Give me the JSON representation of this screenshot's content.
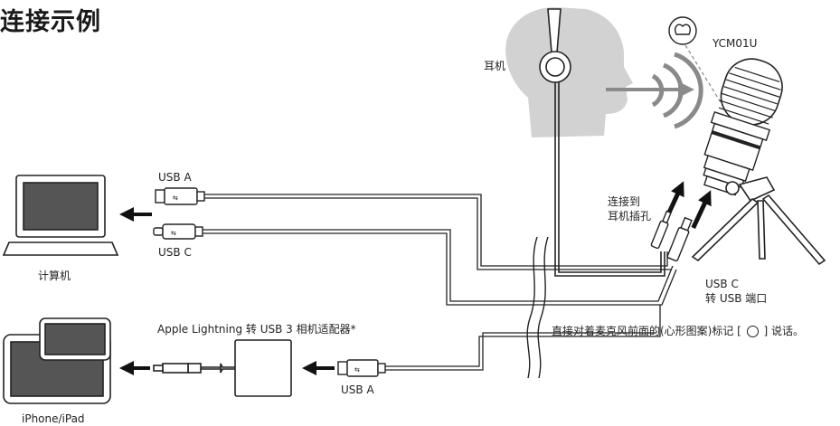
{
  "title": "连接示例",
  "labels": {
    "headphones": "耳机",
    "model": "YCM01U",
    "usb_a_top": "USB A",
    "usb_c_left": "USB C",
    "computer": "计算机",
    "connect_headphone_line1": "连接到",
    "connect_headphone_line2": "耳机插孔",
    "usb_c_adapter_line1": "USB C",
    "usb_c_adapter_line2": "转 USB 端口",
    "lightning_adapter": "Apple Lightning 转 USB 3 相机适配器*",
    "usb_a_bottom": "USB A",
    "iphone_ipad": "iPhone/iPad"
  },
  "note": {
    "before": "直接对着麦克风前面的(心形图案)标记 [",
    "icon": "cardioid-icon",
    "after": "] 说话。"
  },
  "colors": {
    "line": "#222222",
    "head_silhouette": "#d2d2d2",
    "sound_waves": "#8a8a8a",
    "arrow": "#111111",
    "screen": "#555555"
  }
}
